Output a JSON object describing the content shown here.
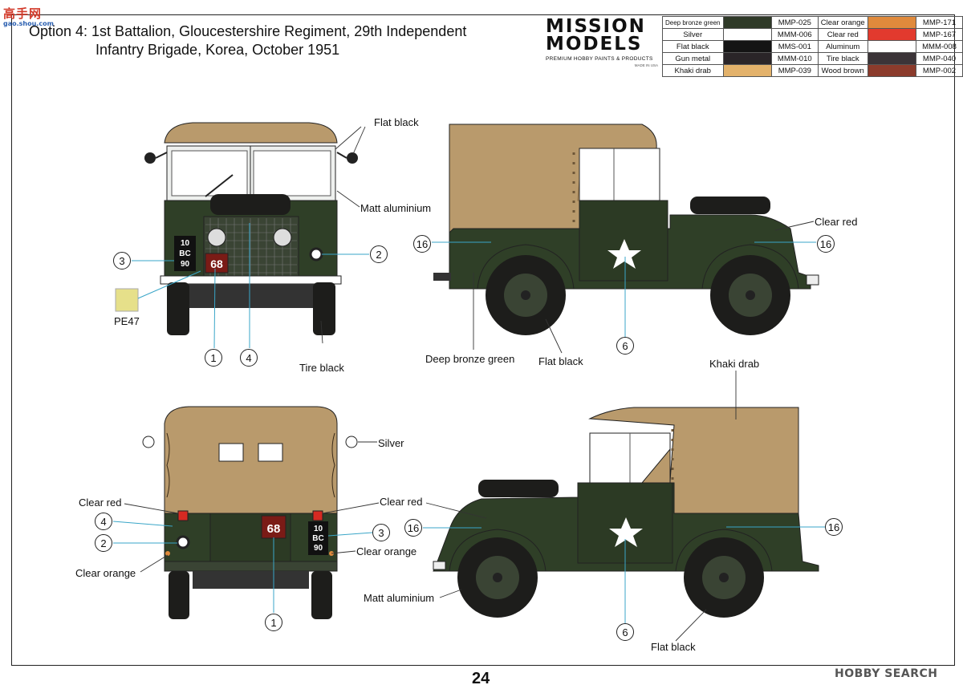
{
  "watermark_left": {
    "main": "高手网",
    "sub": "gao.shou.com"
  },
  "title": {
    "line1": "Option 4: 1st Battalion, Gloucestershire Regiment, 29th Independent",
    "line2": "Infantry Brigade, Korea, October 1951"
  },
  "logo": {
    "line1": "MISSION",
    "line2": "MODELS",
    "tagline": "PREMIUM HOBBY PAINTS & PRODUCTS",
    "made_in": "MADE IN USA"
  },
  "paints": [
    {
      "left": {
        "name": "Deep bronze green",
        "color": "#2f3a28",
        "code": "MMP-025"
      },
      "right": {
        "name": "Clear orange",
        "color": "#e08a3c",
        "code": "MMP-171"
      }
    },
    {
      "left": {
        "name": "Silver",
        "color": "#ffffff",
        "code": "MMM-006"
      },
      "right": {
        "name": "Clear red",
        "color": "#e23a2e",
        "code": "MMP-167"
      }
    },
    {
      "left": {
        "name": "Flat black",
        "color": "#141414",
        "code": "MMS-001"
      },
      "right": {
        "name": "Aluminum",
        "color": "#ffffff",
        "code": "MMM-008"
      }
    },
    {
      "left": {
        "name": "Gun metal",
        "color": "#2a2528",
        "code": "MMM-010"
      },
      "right": {
        "name": "Tire black",
        "color": "#3b3438",
        "code": "MMP-040"
      }
    },
    {
      "left": {
        "name": "Khaki drab",
        "color": "#e3b26b",
        "code": "MMP-039"
      },
      "right": {
        "name": "Wood brown",
        "color": "#8b3b2c",
        "code": "MMP-002"
      }
    }
  ],
  "vehicle_colors": {
    "green": "#2f3f27",
    "canvas": "#b99a6c",
    "canvas_dark": "#a4865a",
    "tire": "#1d1d1b",
    "marker": "#3aa6c8",
    "plate_red": "#7a1b16"
  },
  "plates": {
    "front": [
      "10",
      "BC",
      "90"
    ],
    "bridge": "68"
  },
  "labels": {
    "flat_black_front": "Flat black",
    "matt_aluminium_front": "Matt aluminium",
    "pe47": "PE47",
    "tire_black": "Tire black",
    "clear_red_side": "Clear red",
    "deep_bronze_green": "Deep bronze green",
    "flat_black_side": "Flat black",
    "khaki_drab": "Khaki drab",
    "silver": "Silver",
    "clear_red_rear_left": "Clear red",
    "clear_red_rear_right": "Clear red",
    "clear_orange_rear_right": "Clear orange",
    "clear_orange_rear_left": "Clear orange",
    "matt_aluminium_side": "Matt aluminium",
    "flat_black_side2": "Flat black"
  },
  "callouts": {
    "front": [
      "3",
      "2",
      "1",
      "4"
    ],
    "side1": [
      "16",
      "16",
      "6"
    ],
    "rear": [
      "4",
      "2",
      "3",
      "1"
    ],
    "side2": [
      "16",
      "16",
      "6"
    ]
  },
  "page_number": "24",
  "watermark_right": "HOBBY SEARCH"
}
